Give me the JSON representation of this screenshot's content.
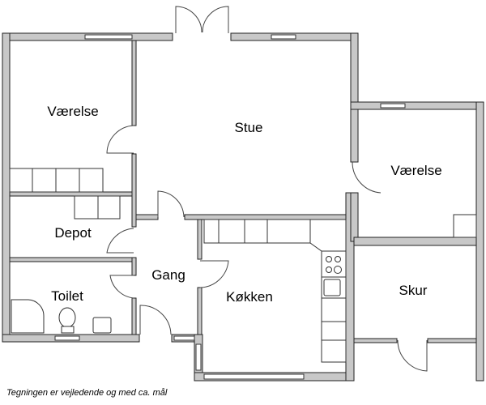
{
  "rooms": {
    "bedroom_left": "Værelse",
    "living_room": "Stue",
    "bedroom_right": "Værelse",
    "storage": "Depot",
    "hallway": "Gang",
    "toilet": "Toilet",
    "kitchen": "Køkken",
    "shed": "Skur"
  },
  "caption": "Tegningen er vejledende og med ca. mål"
}
